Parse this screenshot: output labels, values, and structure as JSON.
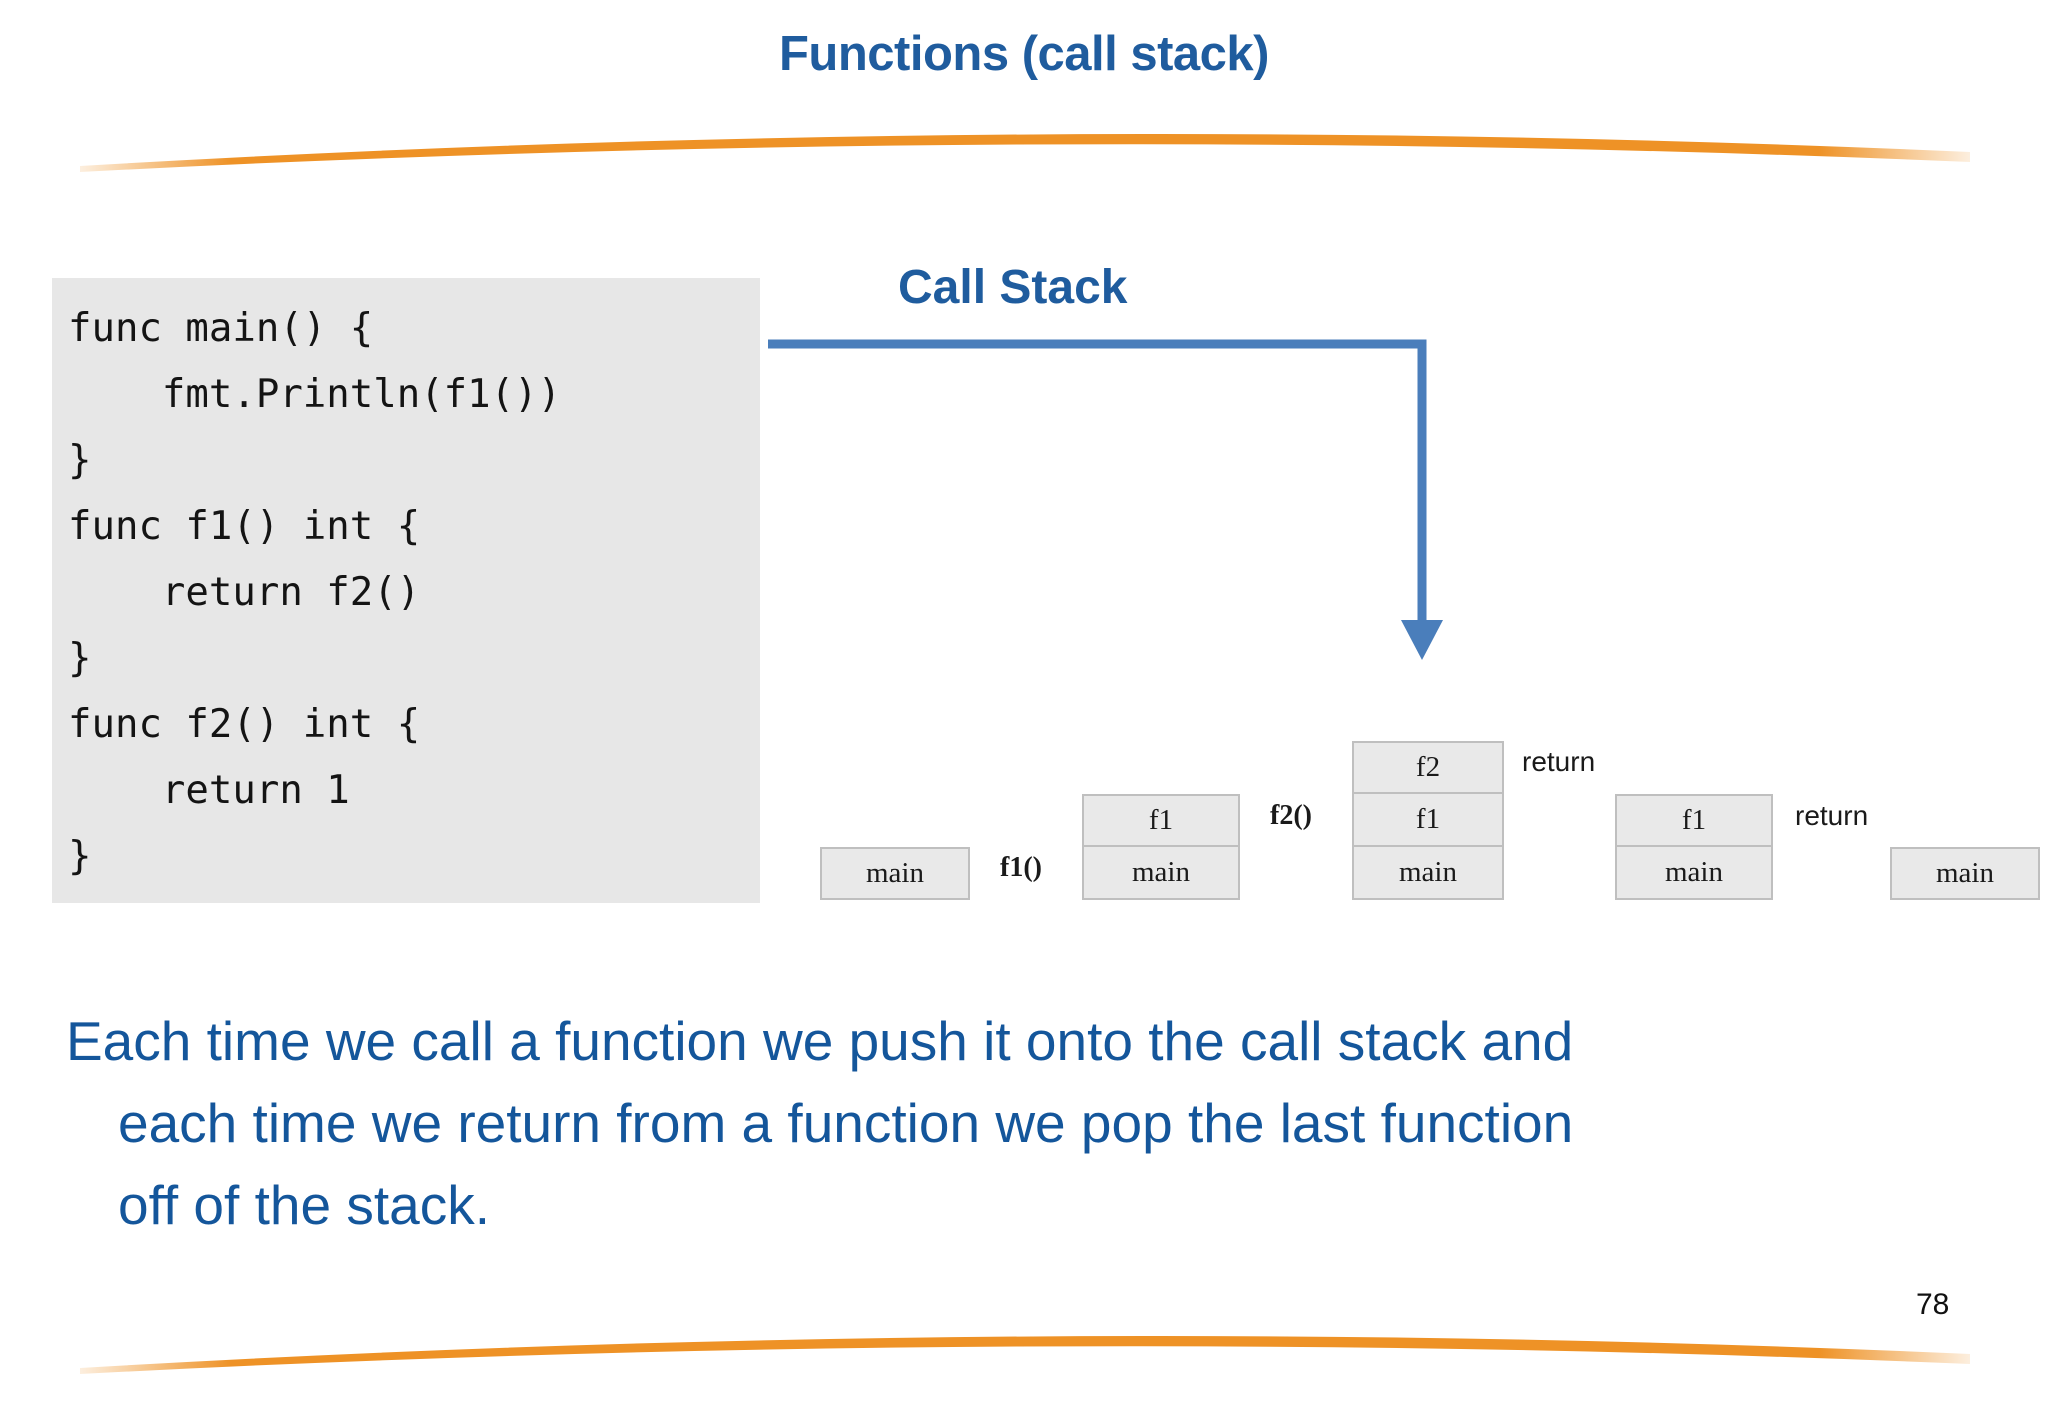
{
  "slide": {
    "title": "Functions (call stack)",
    "page_number": "78",
    "accent_orange": "#EE9226",
    "accent_blue": "#1F5C9E",
    "body_blue": "#14569B",
    "code_bg": "#E7E7E7",
    "frame_bg": "#E9E9E9"
  },
  "code": {
    "language": "go",
    "text": "func main() {\n    fmt.Println(f1())\n}\nfunc f1() int {\n    return f2()\n}\nfunc f2() int {\n    return 1\n}"
  },
  "diagram": {
    "heading": "Call Stack",
    "states": [
      {
        "frames": [
          "main"
        ]
      },
      {
        "frames": [
          "f1",
          "main"
        ]
      },
      {
        "frames": [
          "f2",
          "f1",
          "main"
        ]
      },
      {
        "frames": [
          "f1",
          "main"
        ]
      },
      {
        "frames": [
          "main"
        ]
      }
    ],
    "transitions": [
      {
        "label": "f1()"
      },
      {
        "label": "f2()"
      }
    ],
    "returns": [
      {
        "label": "return"
      },
      {
        "label": "return"
      }
    ]
  },
  "body": {
    "line1": "Each time we call a function we push it onto the call stack and",
    "line2": "each time we return from a function we pop the last function",
    "line3": "off of the stack."
  }
}
